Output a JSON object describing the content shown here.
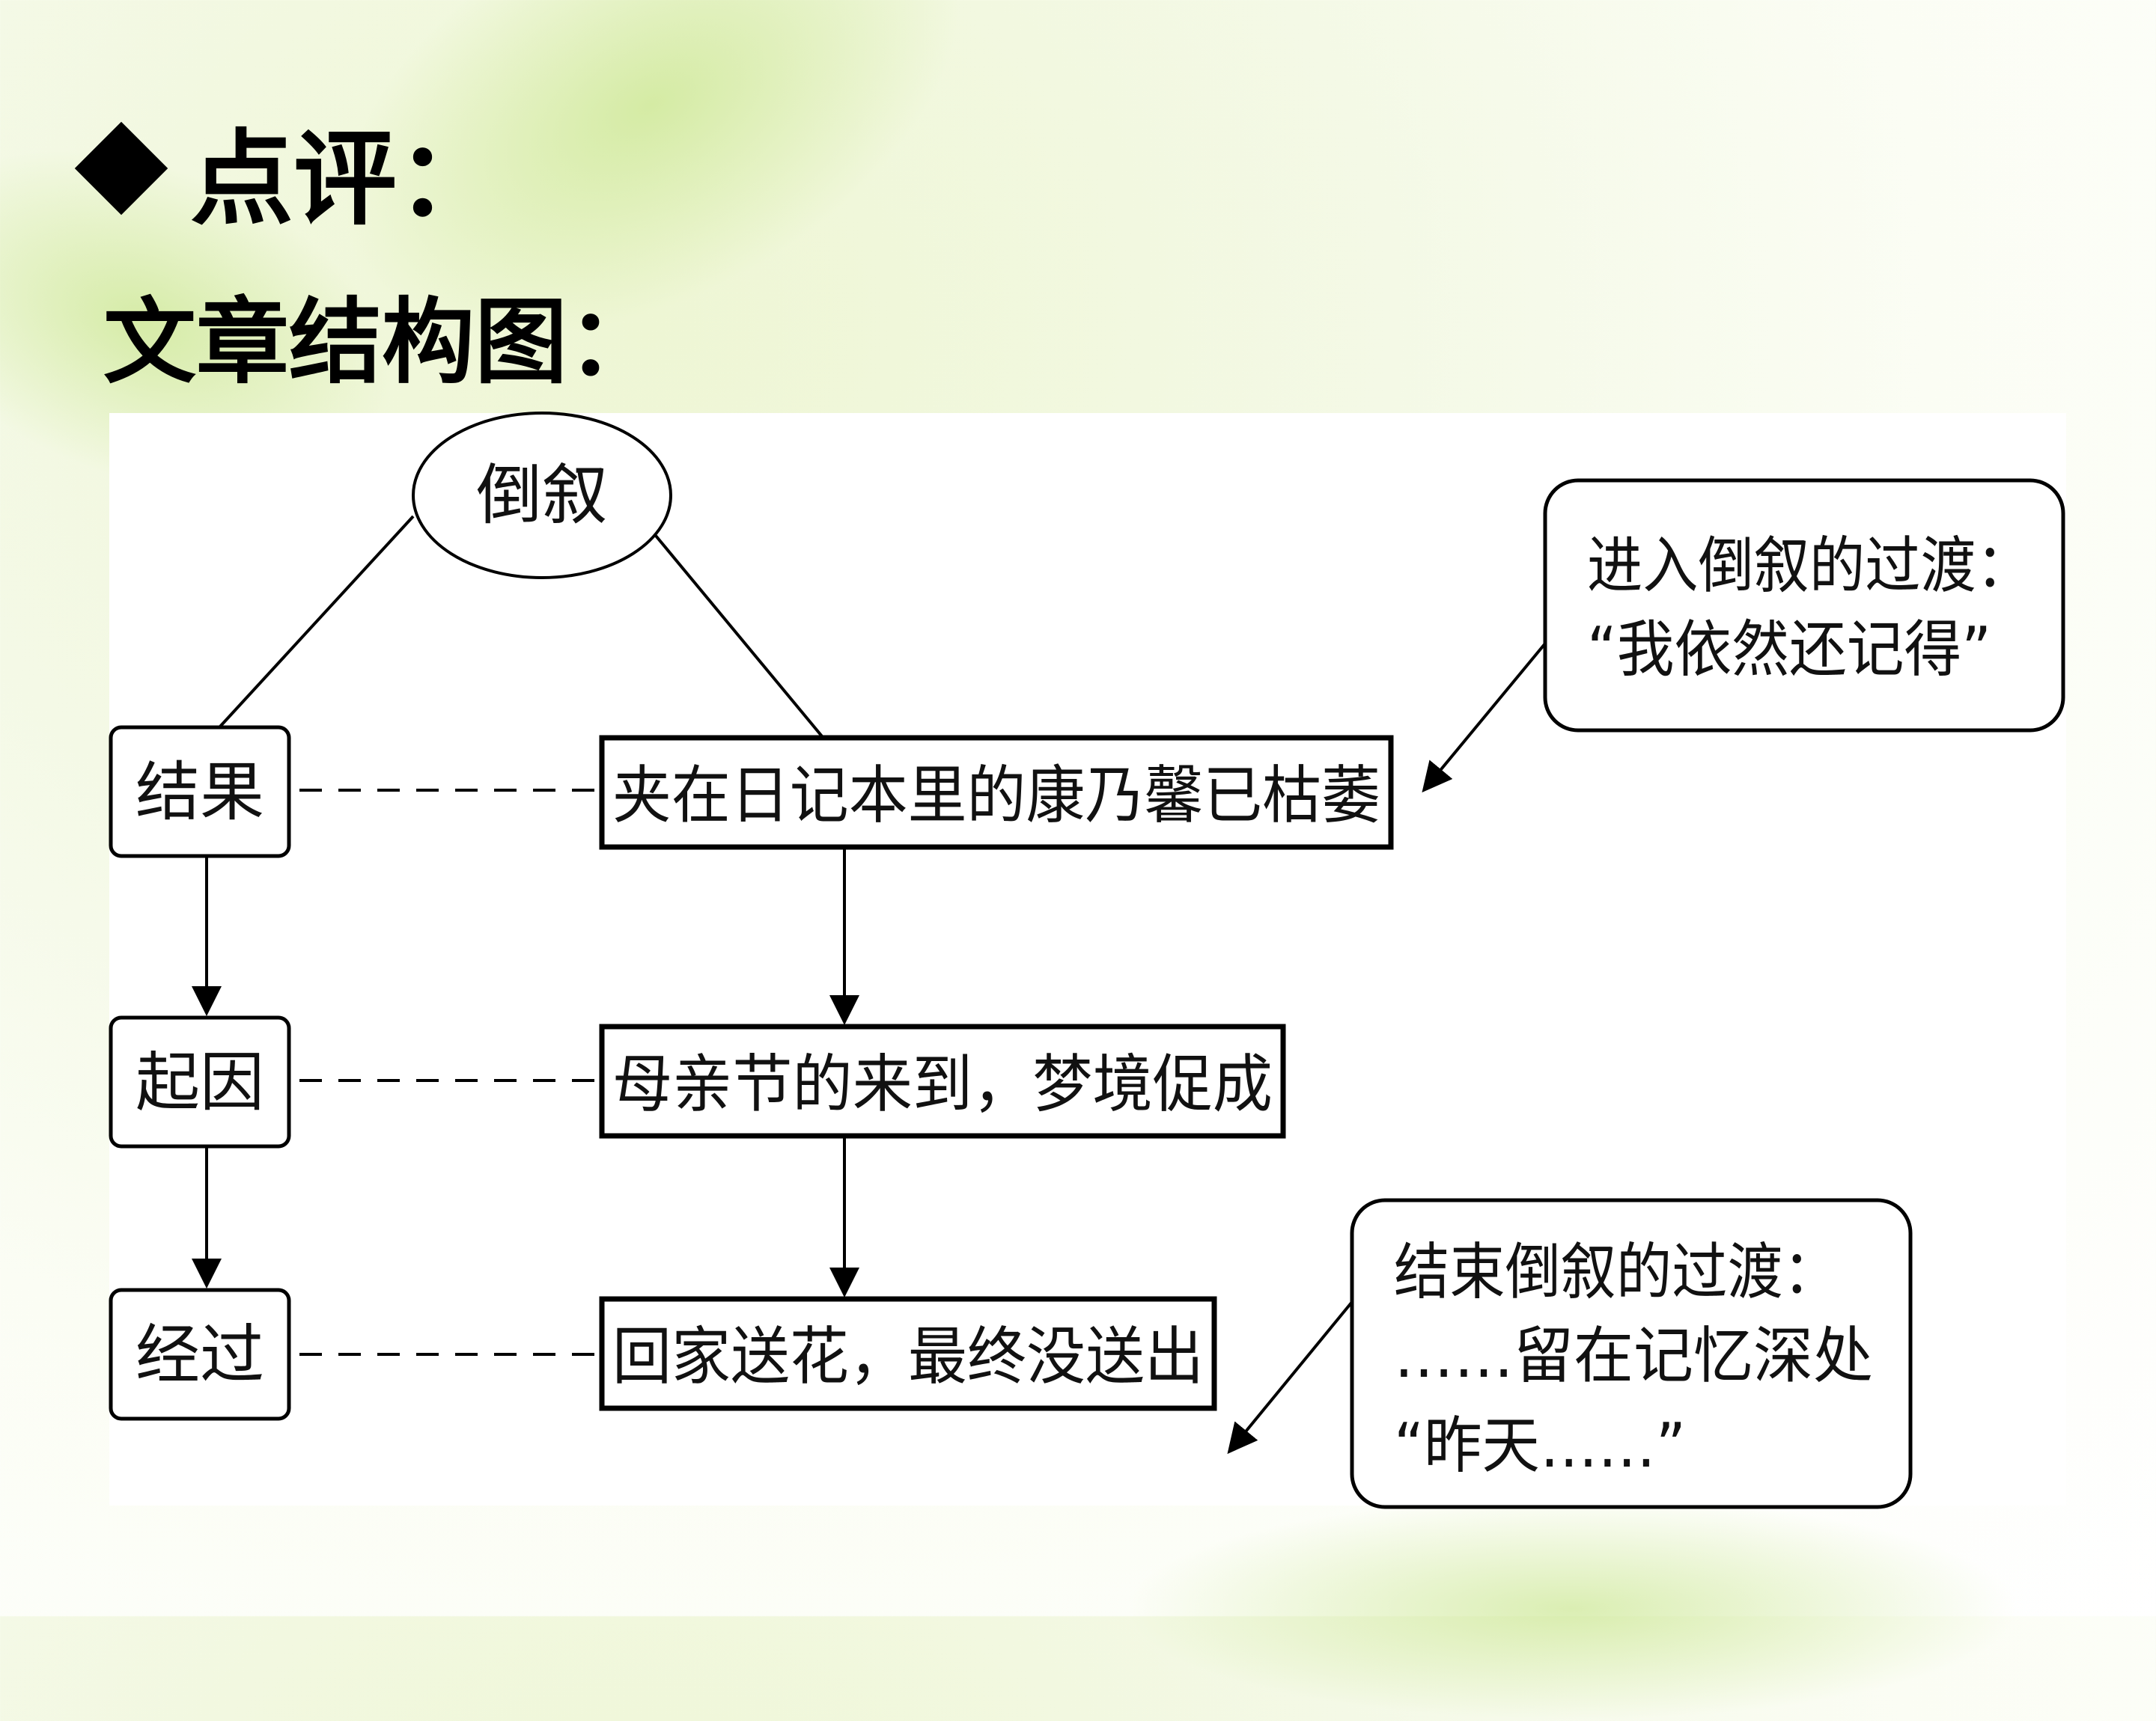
{
  "title": "点评：",
  "subtitle": "文章结构图：",
  "diagram": {
    "root": "倒叙",
    "left_nodes": [
      "结果",
      "起因",
      "经过"
    ],
    "right_nodes": [
      "夹在日记本里的康乃馨已枯萎",
      "母亲节的来到，梦境促成",
      "回家送花，最终没送出"
    ],
    "callout_top": {
      "line1": "进入倒叙的过渡：",
      "line2": "“我依然还记得”"
    },
    "callout_bottom": {
      "line1": "结束倒叙的过渡：",
      "line2": "……留在记忆深处",
      "line3": "“昨天……”"
    }
  }
}
